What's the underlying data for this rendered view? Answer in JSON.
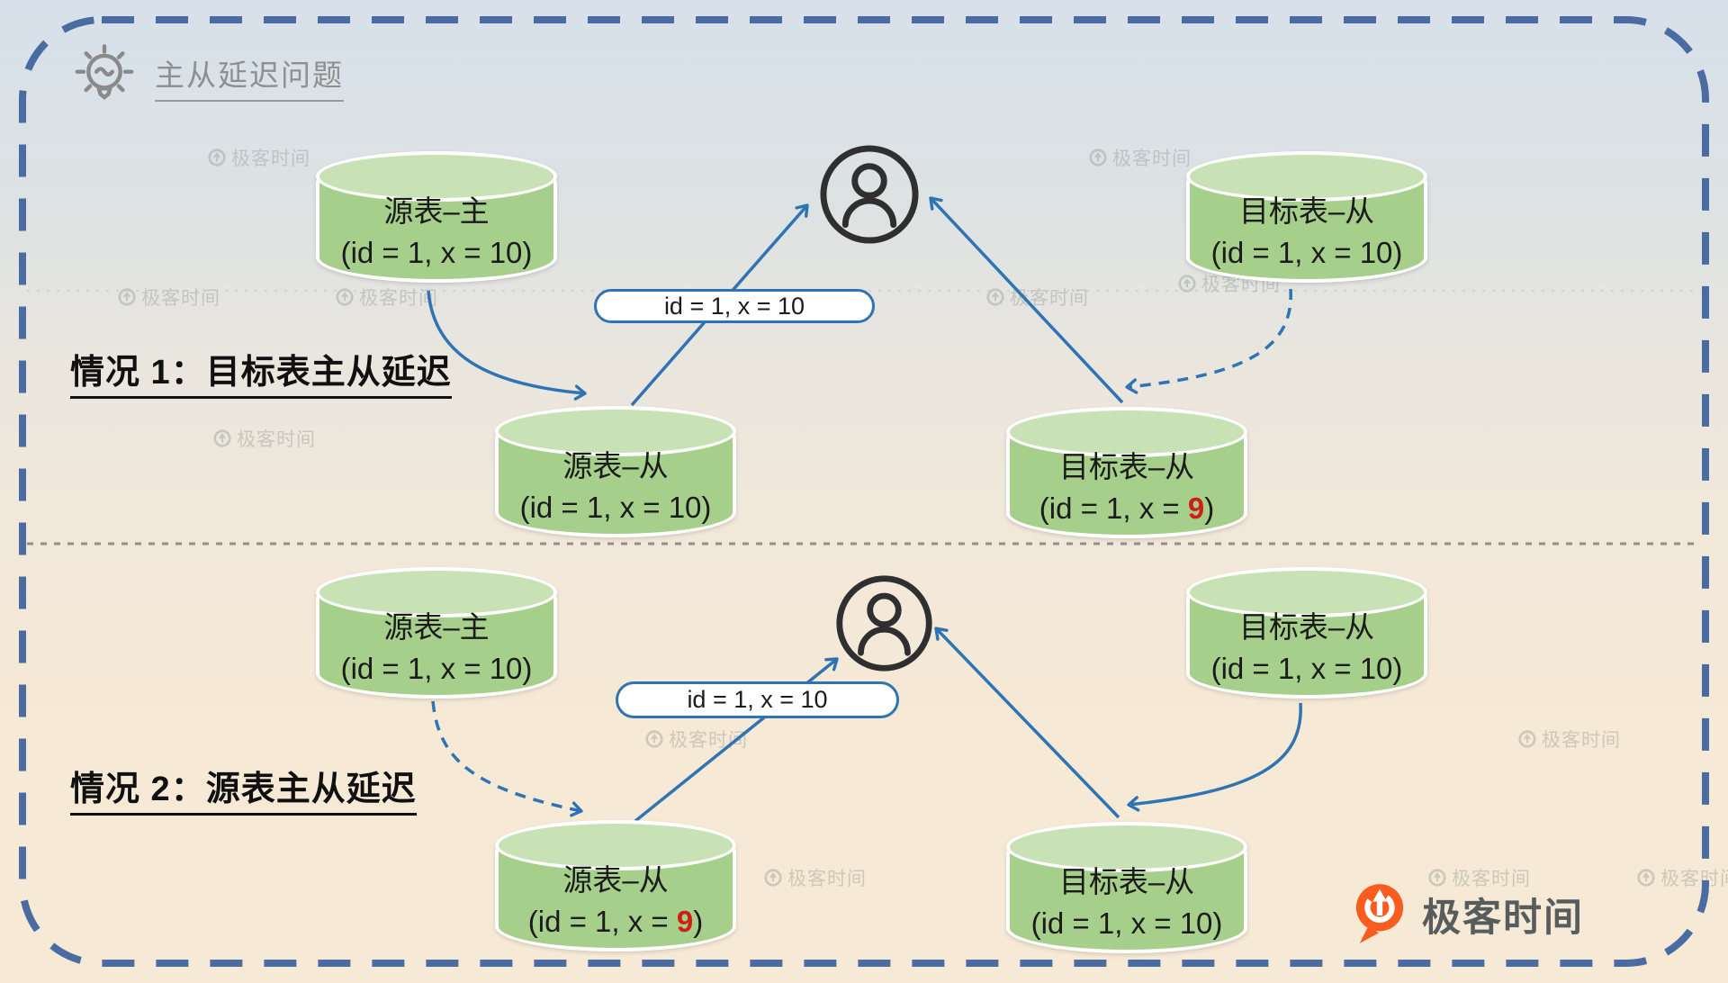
{
  "title": "主从延迟问题",
  "watermark": "极客时间",
  "brand": {
    "name": "极客时间"
  },
  "colors": {
    "cylinder_top": "#c8e1b5",
    "cylinder_body": "#a6cf8c",
    "arrow": "#2e74b5",
    "dashed_frame": "#4a6ca3",
    "highlight_value": "#cf1d17"
  },
  "sections": [
    {
      "label": "情况 1：目标表主从延迟",
      "pill": "id = 1,  x = 10",
      "cylinders": [
        {
          "name": "源表–主",
          "value_prefix": "(id = 1, x = ",
          "value": "10",
          "value_suffix": ")",
          "highlight": false
        },
        {
          "name": "源表–从",
          "value_prefix": "(id = 1, x = ",
          "value": "10",
          "value_suffix": ")",
          "highlight": false
        },
        {
          "name": "目标表–从",
          "value_prefix": "(id = 1, x = ",
          "value": "10",
          "value_suffix": ")",
          "highlight": false
        },
        {
          "name": "目标表–从",
          "value_prefix": "(id = 1, x = ",
          "value": "9",
          "value_suffix": ")",
          "highlight": true
        }
      ]
    },
    {
      "label": "情况 2：源表主从延迟",
      "pill": "id = 1,  x = 10",
      "cylinders": [
        {
          "name": "源表–主",
          "value_prefix": "(id = 1, x = ",
          "value": "10",
          "value_suffix": ")",
          "highlight": false
        },
        {
          "name": "源表–从",
          "value_prefix": "(id = 1, x = ",
          "value": "9",
          "value_suffix": ")",
          "highlight": true
        },
        {
          "name": "目标表–从",
          "value_prefix": "(id = 1, x = ",
          "value": "10",
          "value_suffix": ")",
          "highlight": false
        },
        {
          "name": "目标表–从",
          "value_prefix": "(id = 1, x = ",
          "value": "10",
          "value_suffix": ")",
          "highlight": false
        }
      ]
    }
  ]
}
